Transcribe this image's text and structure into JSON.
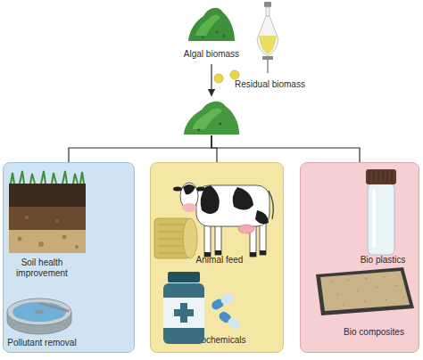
{
  "diagram": {
    "nodes": [
      {
        "text": [
          "Algal biomass"
        ]
      },
      {
        "text": [
          "Residual biomass"
        ]
      },
      {
        "text": [
          "Soil health improvement",
          "Pollutant removal"
        ]
      },
      {
        "text": [
          "Animal feed",
          "Biochemicals"
        ]
      },
      {
        "text": [
          "Bio plastics",
          "Bio composites"
        ]
      }
    ],
    "edges": [
      {
        "from": 0,
        "to": 1,
        "arrow": "to"
      },
      {
        "from": 1,
        "to": 2,
        "arrow": "none"
      },
      {
        "from": 1,
        "to": 3,
        "arrow": "none"
      },
      {
        "from": 1,
        "to": 4,
        "arrow": "none"
      }
    ]
  }
}
